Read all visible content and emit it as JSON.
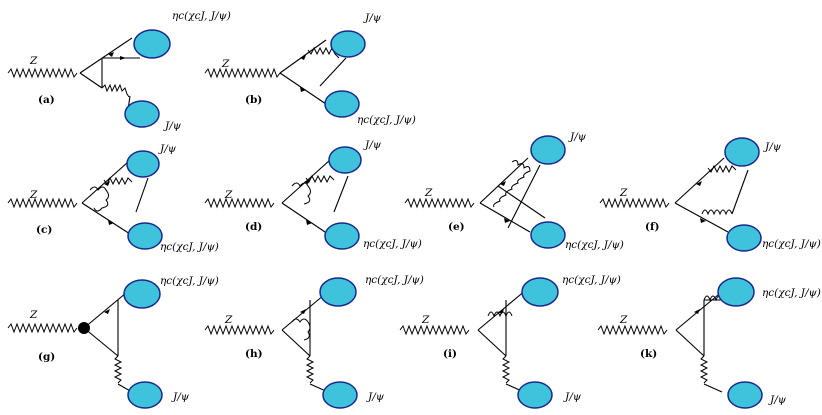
{
  "figure": {
    "panels": [
      {
        "id": "a",
        "label": "(a)",
        "z": "Z",
        "upper_meson": "ηc(χcJ, J/ψ)",
        "lower_meson": "J/ψ"
      },
      {
        "id": "b",
        "label": "(b)",
        "z": "Z",
        "upper_meson": "J/ψ",
        "lower_meson": "ηc(χcJ, J/ψ)"
      },
      {
        "id": "c",
        "label": "(c)",
        "z": "Z",
        "upper_meson": "J/ψ",
        "lower_meson": "ηc(χcJ, J/ψ)"
      },
      {
        "id": "d",
        "label": "(d)",
        "z": "Z",
        "upper_meson": "J/ψ",
        "lower_meson": "ηc(χcJ, J/ψ)"
      },
      {
        "id": "e",
        "label": "(e)",
        "z": "Z",
        "upper_meson": "J/ψ",
        "lower_meson": "ηc(χcJ, J/ψ)"
      },
      {
        "id": "f",
        "label": "(f)",
        "z": "Z",
        "upper_meson": "J/ψ",
        "lower_meson": "ηc(χcJ, J/ψ)"
      },
      {
        "id": "g",
        "label": "(g)",
        "z": "Z",
        "upper_meson": "ηc(χcJ, J/ψ)",
        "lower_meson": "J/ψ"
      },
      {
        "id": "h",
        "label": "(h)",
        "z": "Z",
        "upper_meson": "ηc(χcJ, J/ψ)",
        "lower_meson": "J/ψ"
      },
      {
        "id": "i",
        "label": "(i)",
        "z": "Z",
        "upper_meson": "ηc(χcJ, J/ψ)",
        "lower_meson": "J/ψ"
      },
      {
        "id": "k",
        "label": "(k)",
        "z": "Z",
        "upper_meson": "ηc(χcJ, J/ψ)",
        "lower_meson": "J/ψ"
      }
    ]
  },
  "colors": {
    "blob_fill": "#3fc3dd",
    "blob_stroke": "#1a2a8a",
    "line": "#000000"
  }
}
